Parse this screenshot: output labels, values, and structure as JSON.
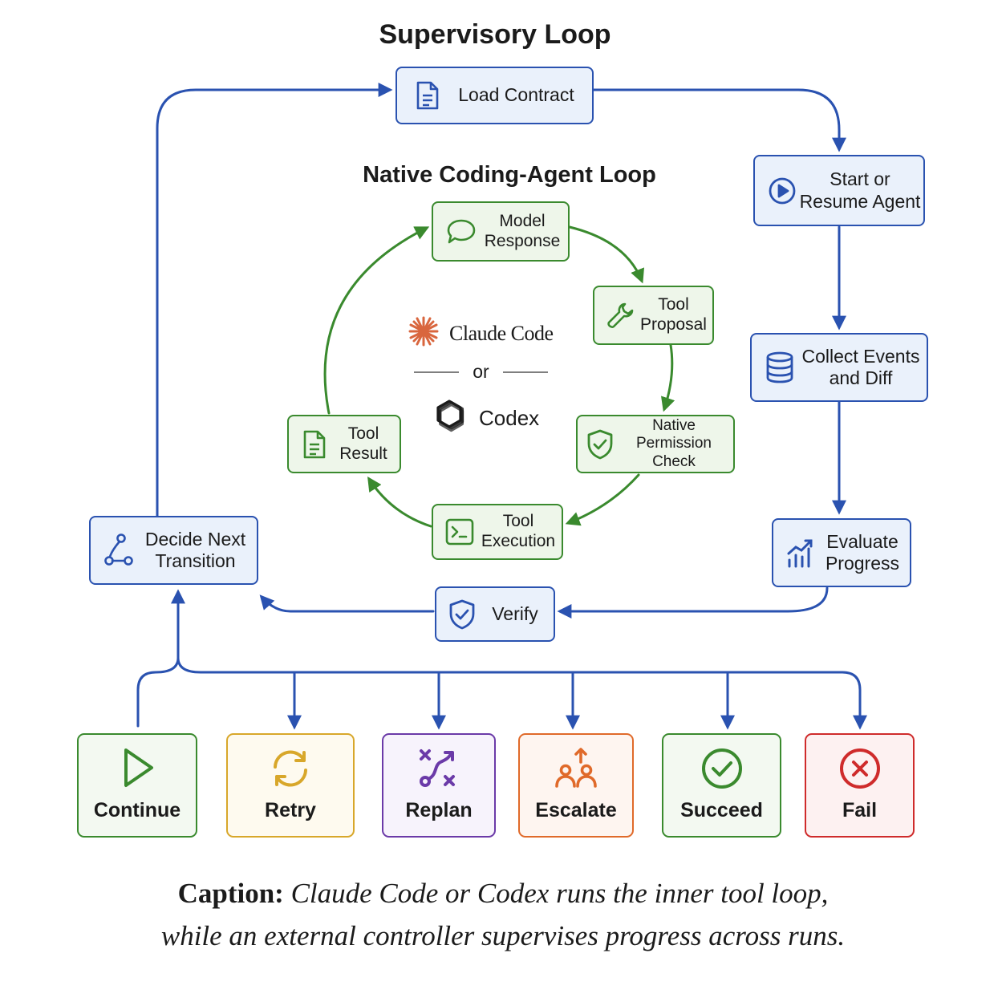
{
  "titles": {
    "outer": "Supervisory Loop",
    "inner": "Native Coding-Agent Loop"
  },
  "outer_nodes": {
    "load_contract": "Load Contract",
    "start_resume": "Start or\nResume Agent",
    "collect_events": "Collect Events\nand Diff",
    "evaluate_progress": "Evaluate\nProgress",
    "verify": "Verify",
    "decide_next": "Decide Next\nTransition"
  },
  "inner_nodes": {
    "model_response": "Model\nResponse",
    "tool_proposal": "Tool\nProposal",
    "permission_check": "Native\nPermission Check",
    "tool_execution": "Tool\nExecution",
    "tool_result": "Tool\nResult"
  },
  "agents": {
    "claude": "Claude Code",
    "or": "or",
    "codex": "Codex"
  },
  "outcomes": [
    {
      "label": "Continue",
      "icon": "play-icon",
      "color": "#3a8a2e",
      "bg": "#f3f9f1"
    },
    {
      "label": "Retry",
      "icon": "refresh-icon",
      "color": "#d8a72a",
      "bg": "#fefaef"
    },
    {
      "label": "Replan",
      "icon": "route-icon",
      "color": "#6b3aa8",
      "bg": "#f7f3fc"
    },
    {
      "label": "Escalate",
      "icon": "escalate-users-icon",
      "color": "#e06a2a",
      "bg": "#fef5f0"
    },
    {
      "label": "Succeed",
      "icon": "check-circle-icon",
      "color": "#3a8a2e",
      "bg": "#f3f9f1"
    },
    {
      "label": "Fail",
      "icon": "x-circle-icon",
      "color": "#cf2b2b",
      "bg": "#fdf1f1"
    }
  ],
  "caption": {
    "label": "Caption:",
    "line1": "Claude Code or Codex runs the inner tool loop,",
    "line2": "while an external controller supervises progress across runs."
  },
  "colors": {
    "outer_blue": "#2a52b0",
    "inner_green": "#3a8a2e",
    "claude_orange": "#d9663e"
  }
}
